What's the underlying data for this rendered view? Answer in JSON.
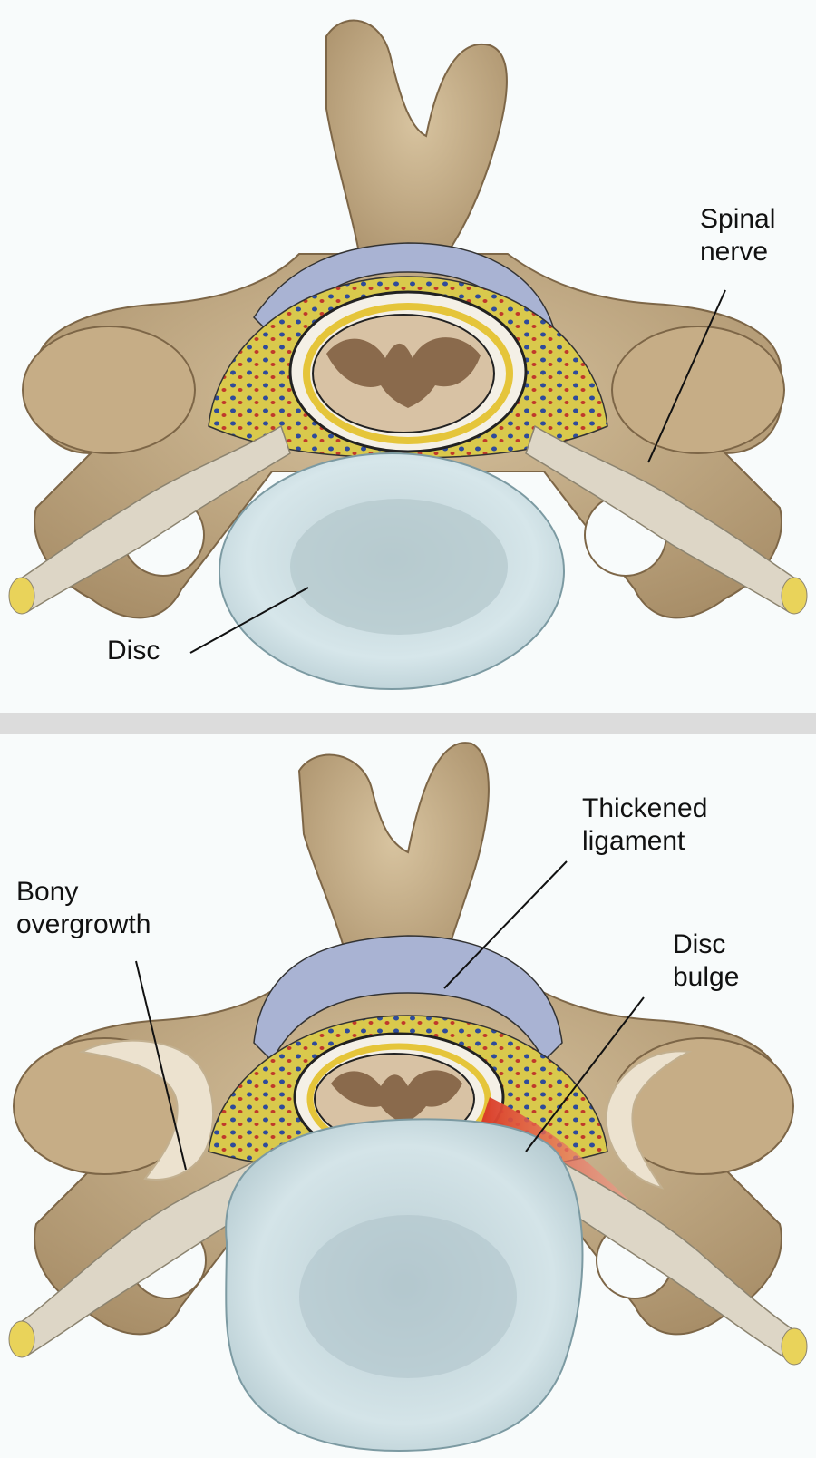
{
  "top_panel": {
    "labels": {
      "spinal_nerve": "Spinal\nnerve",
      "disc": "Disc"
    }
  },
  "bottom_panel": {
    "labels": {
      "thickened_ligament": "Thickened\nligament",
      "bony_overgrowth": "Bony\novergrowth",
      "disc_bulge": "Disc\nbulge"
    }
  },
  "colors": {
    "bone": "#c8b08c",
    "bone_dark": "#9c8460",
    "disc": "#c9dce0",
    "ligament": "#a9b3d3",
    "fat": "#d8c84a",
    "cord": "#d8c2a4",
    "gray_matter": "#8a6a4c",
    "nerve": "#ddd6c6",
    "inflammation": "#e8543a",
    "divider": "#dcdcdc"
  }
}
